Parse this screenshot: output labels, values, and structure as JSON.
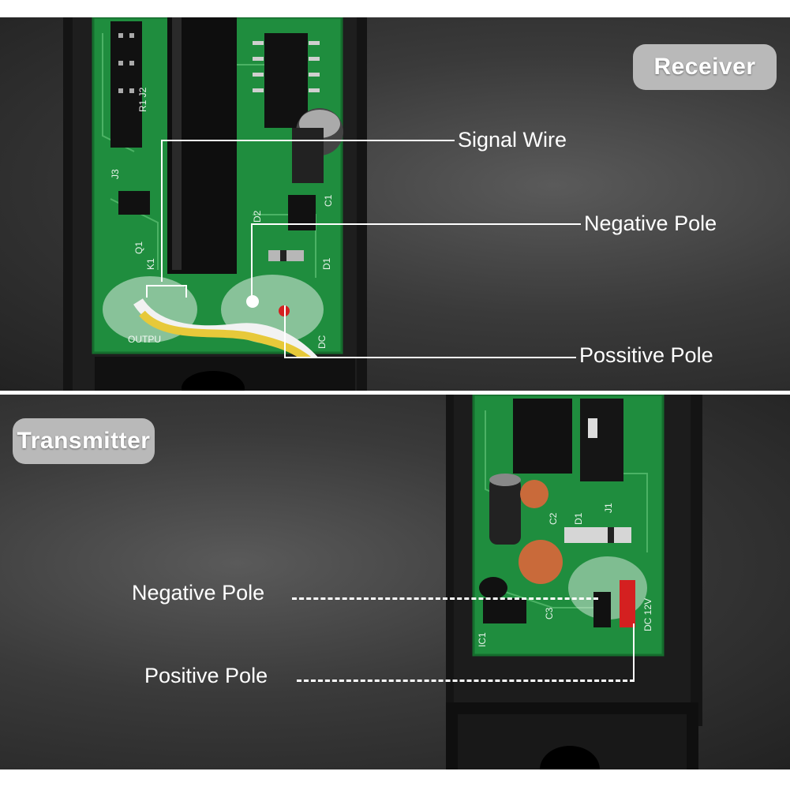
{
  "receiver": {
    "title": "Receiver",
    "labels": {
      "signal_wire": "Signal Wire",
      "negative_pole": "Negative Pole",
      "positive_pole": "Possitive Pole"
    },
    "board_markings": [
      "J3",
      "J2",
      "R1",
      "Q1",
      "K1",
      "D2",
      "C1",
      "D1",
      "DC",
      "OUTPUT"
    ]
  },
  "transmitter": {
    "title": "Transmitter",
    "labels": {
      "negative_pole": "Negative Pole",
      "positive_pole": "Positive Pole"
    },
    "board_markings": [
      "J1",
      "C2",
      "D1",
      "C3",
      "IC1",
      "DC 12V"
    ]
  },
  "colors": {
    "background_dark": "#333333",
    "pcb_green": "#1c8a3c",
    "pill_gray": "#b9b9b9",
    "wire_yellow": "#e7c93a",
    "wire_red": "#d42020",
    "label_white": "#ffffff"
  }
}
